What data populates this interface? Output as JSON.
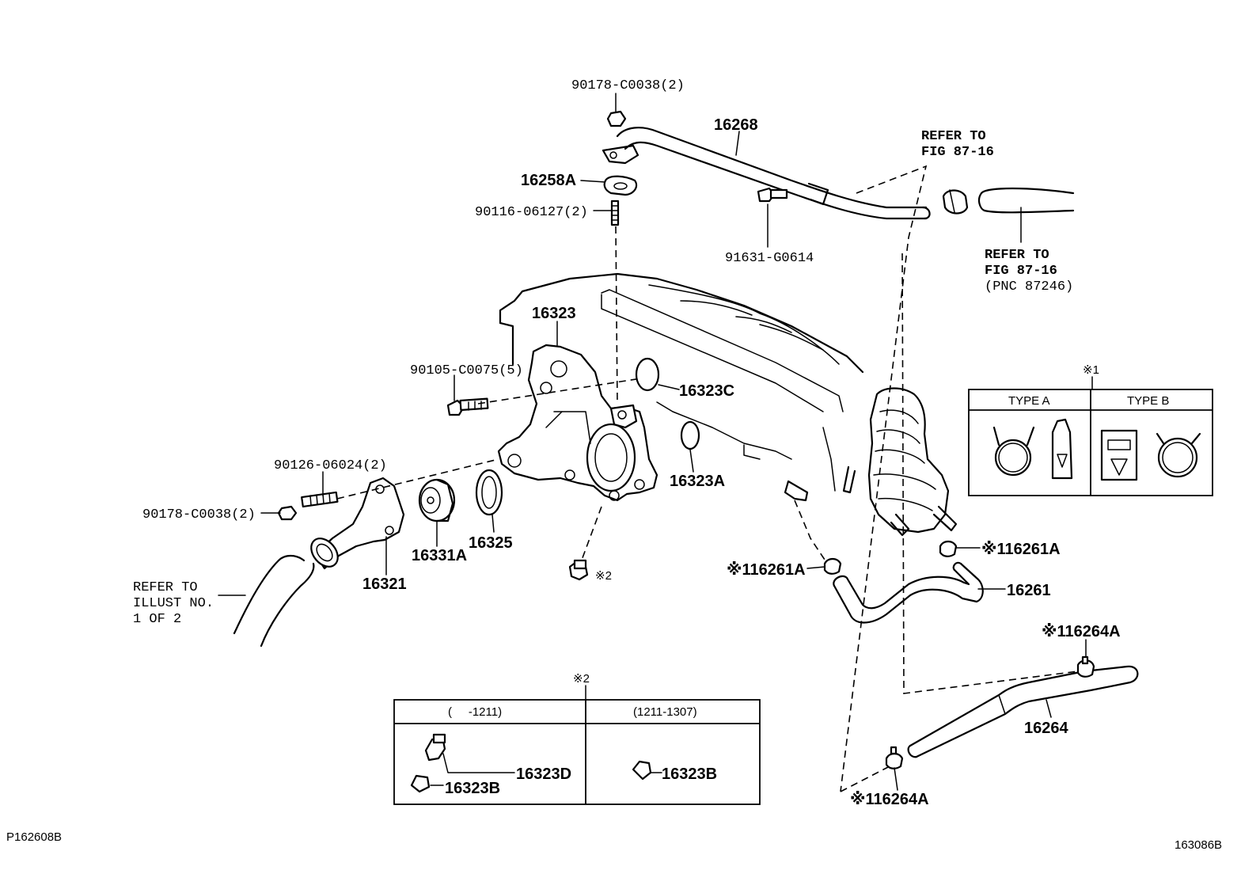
{
  "labels": {
    "nut_top": "90178-C0038(2)",
    "pipe_bypass": "16268",
    "gasket_plate": "16258A",
    "stud_top": "90116-06127(2)",
    "bolt_flange": "91631-G0614",
    "refer_top_1": "REFER TO",
    "refer_top_2": "FIG 87-16",
    "refer_hose_1": "REFER TO",
    "refer_hose_2": "FIG 87-16",
    "refer_hose_3": "(PNC 87246)",
    "housing": "16323",
    "bolt_housing": "90105-C0075(5)",
    "oring_c": "16323C",
    "oring_a": "16323A",
    "stud_inlet": "90126-06024(2)",
    "nut_inlet": "90178-C0038(2)",
    "inlet": "16321",
    "thermostat": "16331A",
    "gasket_thermo": "16325",
    "note2_plug": "※2",
    "refer_left_1": "REFER TO",
    "refer_left_2": "ILLUST NO.",
    "refer_left_3": "1 OF 2",
    "clamp_16261A_left": "※116261A",
    "clamp_16261A_right": "※116261A",
    "hose_16261": "16261",
    "clamp_16264A_top": "※116264A",
    "hose_16264": "16264",
    "clamp_16264A_bottom": "※116264A",
    "drawing_left_code": "P162608B",
    "drawing_right_code": "163086B"
  },
  "note1": {
    "mark": "※1",
    "type_a": "TYPE A",
    "type_b": "TYPE B"
  },
  "note2": {
    "mark": "※2",
    "col_left": "(     -1211)",
    "col_right": "(1211-1307)",
    "part_d": "16323D",
    "part_b_left": "16323B",
    "part_b_right": "16323B"
  }
}
